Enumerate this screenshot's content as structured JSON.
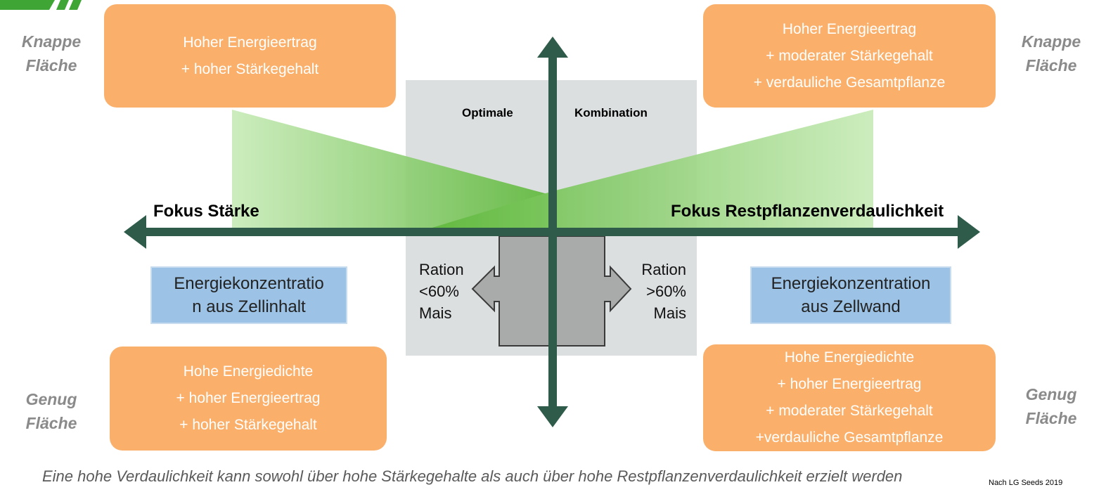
{
  "colors": {
    "orange_box": "#fab06b",
    "blue_box": "#9cc3e6",
    "axis": "#2f5b4b",
    "center_panel": "#dcdfe0",
    "ration_shape": "#a9abaa",
    "green_wedge_light": "#c8ebb8",
    "green_wedge_dark": "#5fb83c",
    "logo": "#3fa535"
  },
  "boxes": {
    "top_left": [
      "Hoher Energieertrag",
      "+ hoher Stärkegehalt"
    ],
    "top_right": [
      "Hoher Energieertrag",
      "+ moderater Stärkegehalt",
      "+ verdauliche Gesamtpflanze"
    ],
    "bottom_left": [
      "Hohe Energiedichte",
      "+ hoher Energieertrag",
      "+ hoher Stärkegehalt"
    ],
    "bottom_right": [
      "Hohe Energiedichte",
      "+ hoher Energieertrag",
      "+ moderater Stärkegehalt",
      "+verdauliche Gesamtpflanze"
    ]
  },
  "side_labels": {
    "top_left": [
      "Knappe",
      "Fläche"
    ],
    "top_right": [
      "Knappe",
      "Fläche"
    ],
    "bottom_left": [
      "Genug",
      "Fläche"
    ],
    "bottom_right": [
      "Genug",
      "Fläche"
    ]
  },
  "center": {
    "optimale": "Optimale",
    "kombination": "Kombination",
    "ration_left": [
      "Ration",
      "<60%",
      "Mais"
    ],
    "ration_right": [
      "Ration",
      ">60%",
      "Mais"
    ]
  },
  "axis": {
    "left_label": "Fokus Stärke",
    "right_label": "Fokus Restpflanzenverdaulichkeit"
  },
  "blue_boxes": {
    "left": [
      "Energiekonzentratio",
      "n aus Zellinhalt"
    ],
    "right": [
      "Energiekonzentration",
      "aus Zellwand"
    ]
  },
  "footer": "Eine hohe Verdaulichkeit kann sowohl über hohe Stärkegehalte als auch über hohe Restpflanzenverdaulichkeit erzielt werden",
  "source": "Nach LG Seeds 2019"
}
